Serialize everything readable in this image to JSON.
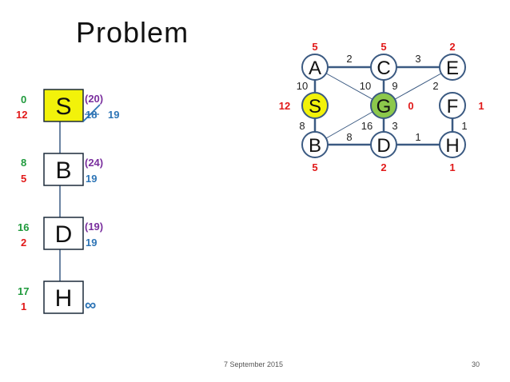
{
  "slide": {
    "title": "Problem",
    "date": "7 September 2015",
    "page_number": "30"
  },
  "colors": {
    "green": "#1f9a3c",
    "red": "#e11919",
    "purple": "#7a2f9e",
    "blue": "#2e75b6",
    "node_yellow": "#f2f20a",
    "node_green": "#8cc84b",
    "line": "#3b5a82"
  },
  "tree": {
    "nodes": [
      {
        "id": "S",
        "label": "S",
        "g": "0",
        "h": "12",
        "f": "(20)",
        "note": "18",
        "note2": "19"
      },
      {
        "id": "B",
        "label": "B",
        "g": "8",
        "h": "5",
        "f": "(24)",
        "note": "19"
      },
      {
        "id": "D",
        "label": "D",
        "g": "16",
        "h": "2",
        "f": "(19)",
        "note": "19"
      },
      {
        "id": "H",
        "label": "H",
        "g": "17",
        "h": "1",
        "note": "∞"
      }
    ]
  },
  "graph": {
    "nodes": [
      {
        "id": "A",
        "label": "A",
        "heuristic": "5"
      },
      {
        "id": "C",
        "label": "C",
        "heuristic": "5"
      },
      {
        "id": "E",
        "label": "E",
        "heuristic": "2"
      },
      {
        "id": "S",
        "label": "S",
        "heuristic": "12",
        "fill": "yellow"
      },
      {
        "id": "G",
        "label": "G",
        "heuristic": "0",
        "fill": "green"
      },
      {
        "id": "F",
        "label": "F",
        "heuristic": "1"
      },
      {
        "id": "B",
        "label": "B",
        "heuristic": "5"
      },
      {
        "id": "D",
        "label": "D",
        "heuristic": "2"
      },
      {
        "id": "H",
        "label": "H",
        "heuristic": "1"
      }
    ],
    "edges": [
      {
        "from": "A",
        "to": "C",
        "weight": "2"
      },
      {
        "from": "C",
        "to": "E",
        "weight": "3"
      },
      {
        "from": "A",
        "to": "S",
        "weight": "10"
      },
      {
        "from": "A",
        "to": "G",
        "weight": "10"
      },
      {
        "from": "C",
        "to": "G",
        "weight": "9"
      },
      {
        "from": "E",
        "to": "G",
        "weight": "2"
      },
      {
        "from": "S",
        "to": "B",
        "weight": "8"
      },
      {
        "from": "B",
        "to": "G",
        "weight": "16"
      },
      {
        "from": "G",
        "to": "D",
        "weight": "3"
      },
      {
        "from": "B",
        "to": "D",
        "weight": "8"
      },
      {
        "from": "D",
        "to": "H",
        "weight": "1"
      },
      {
        "from": "F",
        "to": "H",
        "weight": "1"
      }
    ]
  }
}
